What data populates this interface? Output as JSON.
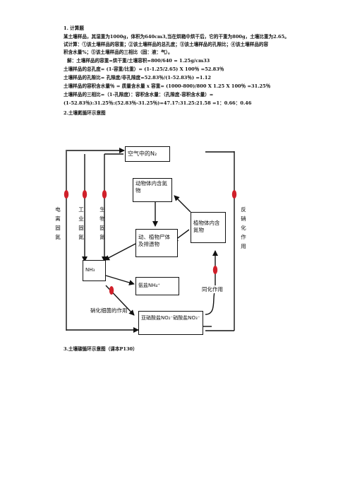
{
  "section1": {
    "heading": "1.     计算题",
    "problem_line1": "某土壤样品，其湿重为1000g，体积为640cm3,当在烘箱中烘干后，它的干重为800g，土壤比重为2.65。",
    "problem_line2": "试计算：①该土壤样品的容重；②该土壤样品的总孔度；③该土壤样品的孔隙比；④该土壤样品的容",
    "problem_line3": "积含水量%；⑤该土壤样品的三相比（固：液：气）。",
    "solution_line1": "解：土壤样品的容重=烘干重/土壤容积=800/640 = 1.25g/cm33",
    "solution_line2": "土壤样品的总孔度=  (1-容重/比重）= (1-1.25/2.65) X 100％ =52.83％",
    "solution_line3": "土壤样品的孔隙比=  孔隙度/非孔隙度=52.83％/(1-52.83％) =1.12",
    "solution_line4": "土壤样品的容积含水量％ =  质量含水量 x 容重=    (1000-800)/800 X 1.25 X 100％    =31.25％",
    "solution_line5": "土壤样品的三相比=（1-孔隙度）：容积含水量：（孔隙度-容积含水量）=",
    "solution_line6": "(1-52.83％):31.25％:(52.83％-31.25％)=47.17:31.25:21.58 =1：0.66：0.46"
  },
  "section2": {
    "heading": "2.土壤氮循环示意图",
    "diagram": {
      "air_n2": "空气中的N₂",
      "animal_n": "动物体内含氮物",
      "plant_n": "植物体内含氮物",
      "residue": "动、植物尸体及排遗物",
      "nh3": "NH₃",
      "ammonium": "氨盐NH₄⁺",
      "nitrite_nitrate": "亚硝酸盐NO₂⁻硝酸盐NO₃⁻",
      "label_electric": "电离固氮",
      "label_industrial": "工业固氮",
      "label_biological": "生物固氮",
      "label_denitrification": "反硝化作用",
      "label_assimilation": "同化作用",
      "label_nitrifying": "硝化细菌的作用",
      "marker_color": "#d0202a"
    }
  },
  "section3": {
    "heading": "3.土壤碳循环示意图（课本P130）"
  }
}
